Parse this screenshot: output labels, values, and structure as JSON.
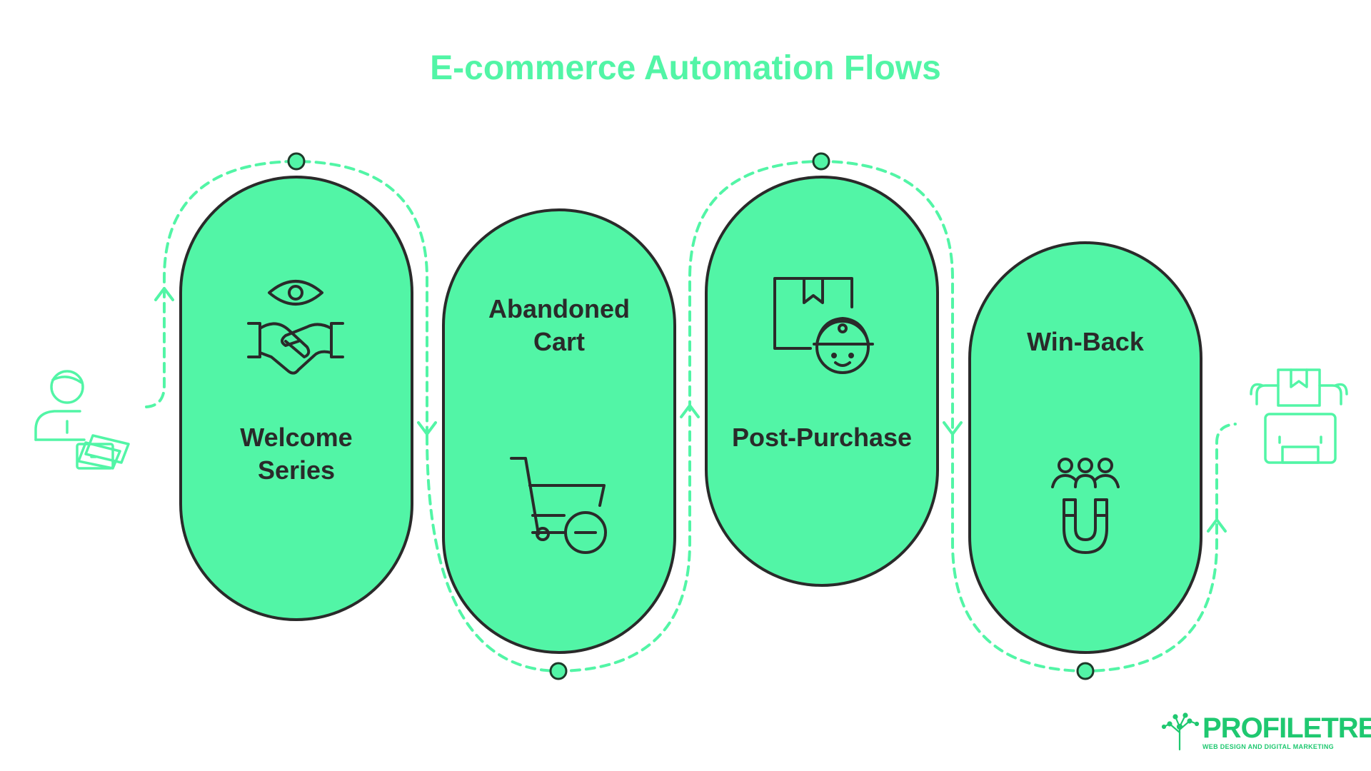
{
  "title": "E-commerce Automation Flows",
  "colors": {
    "accent": "#52f5a6",
    "pill_fill": "#52f5a6",
    "pill_stroke": "#2a2a2a",
    "connector": "#52f5a6",
    "logo": "#1fc870"
  },
  "steps": [
    {
      "label_lines": [
        "Welcome",
        "Series"
      ],
      "icon": "handshake-eye-icon"
    },
    {
      "label_lines": [
        "Abandoned",
        "Cart"
      ],
      "icon": "cart-minus-icon"
    },
    {
      "label_lines": [
        "Post-Purchase"
      ],
      "icon": "delivery-person-box-icon"
    },
    {
      "label_lines": [
        "Win-Back"
      ],
      "icon": "magnet-people-icon"
    }
  ],
  "start_icon": "shopper-with-cards-icon",
  "end_icon": "box-robot-icon",
  "logo": {
    "name": "PROFILETREE",
    "tagline": "WEB DESIGN AND DIGITAL MARKETING",
    "icon": "tree-network-icon"
  }
}
